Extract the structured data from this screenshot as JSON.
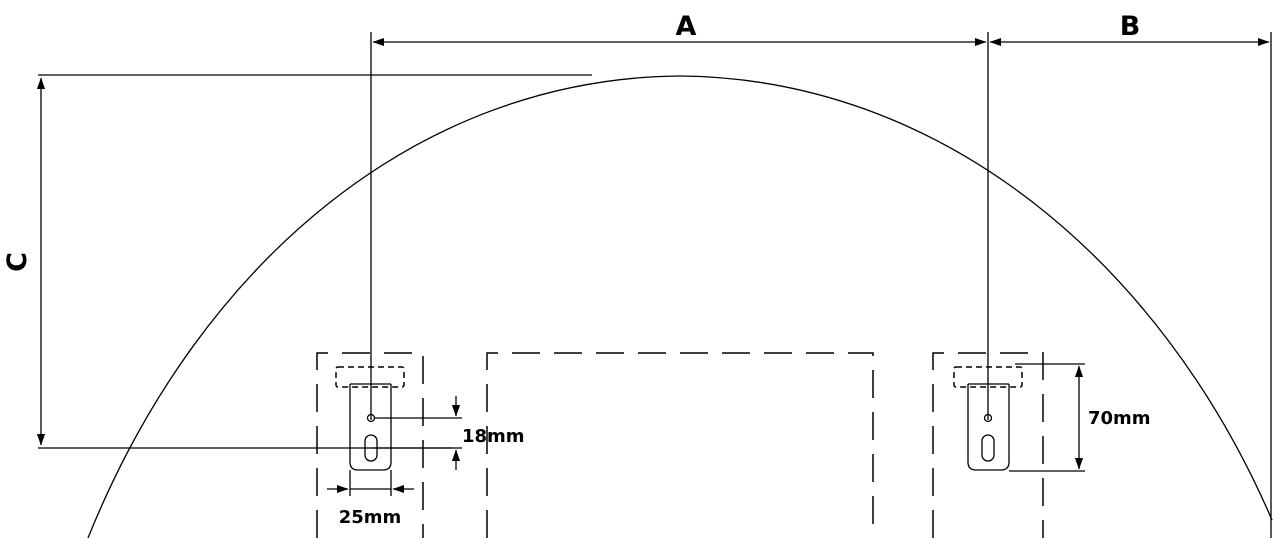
{
  "labels": {
    "a": "A",
    "b": "B",
    "c": "C",
    "slot_spacing": "18mm",
    "bracket_width": "25mm",
    "bracket_height": "70mm"
  },
  "colors": {
    "line": "#000000",
    "background": "#ffffff"
  }
}
